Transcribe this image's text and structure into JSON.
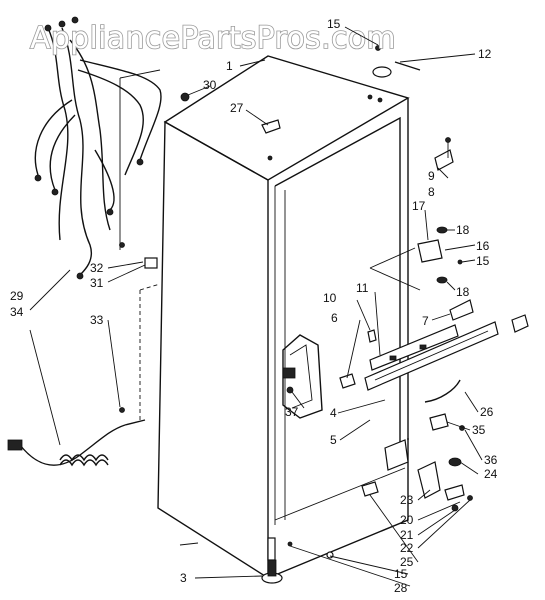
{
  "watermark": "AppliancePartsPros.com",
  "callouts": {
    "c1": "1",
    "c3": "3",
    "c4": "4",
    "c5": "5",
    "c6": "6",
    "c7": "7",
    "c8": "8",
    "c9": "9",
    "c10": "10",
    "c11": "11",
    "c12": "12",
    "c15a": "15",
    "c15b": "15",
    "c15c": "15",
    "c16": "16",
    "c17": "17",
    "c18a": "18",
    "c18b": "18",
    "c20": "20",
    "c21": "21",
    "c22": "22",
    "c23": "23",
    "c24": "24",
    "c25": "25",
    "c26": "26",
    "c27": "27",
    "c28": "28",
    "c29": "29",
    "c30": "30",
    "c31": "31",
    "c32": "32",
    "c33": "33",
    "c34": "34",
    "c35": "35",
    "c36": "36",
    "c37": "37"
  }
}
